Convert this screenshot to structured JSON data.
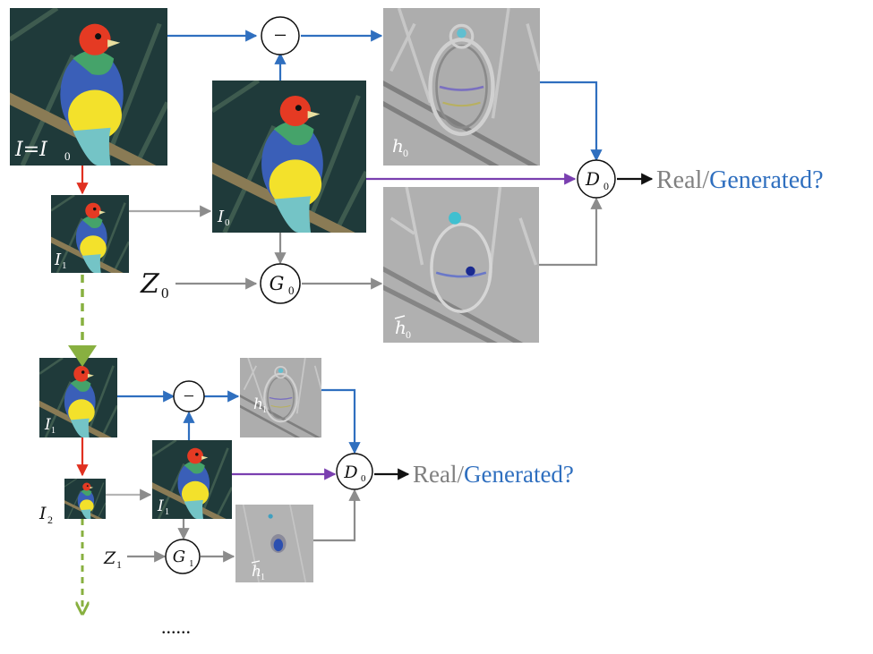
{
  "labels": {
    "i_eq_i0": "I=I",
    "sub0": "0",
    "sub1": "1",
    "sub2": "2",
    "I": "I",
    "h": "h",
    "Z": "Z",
    "G": "G",
    "D": "D",
    "minus": "−"
  },
  "outputs": {
    "real": "Real",
    "slash": "/",
    "generated": "Generated?"
  },
  "ellipsis": "......",
  "colors": {
    "blue_arrow": "#2f6fbf",
    "red_arrow": "#e03020",
    "purple_arrow": "#7a3fb0",
    "gray_arrow": "#8c8c8c",
    "green_arrow": "#88b040",
    "black_arrow": "#111111",
    "real_text": "#808080",
    "generated_text": "#2f6fbf"
  }
}
